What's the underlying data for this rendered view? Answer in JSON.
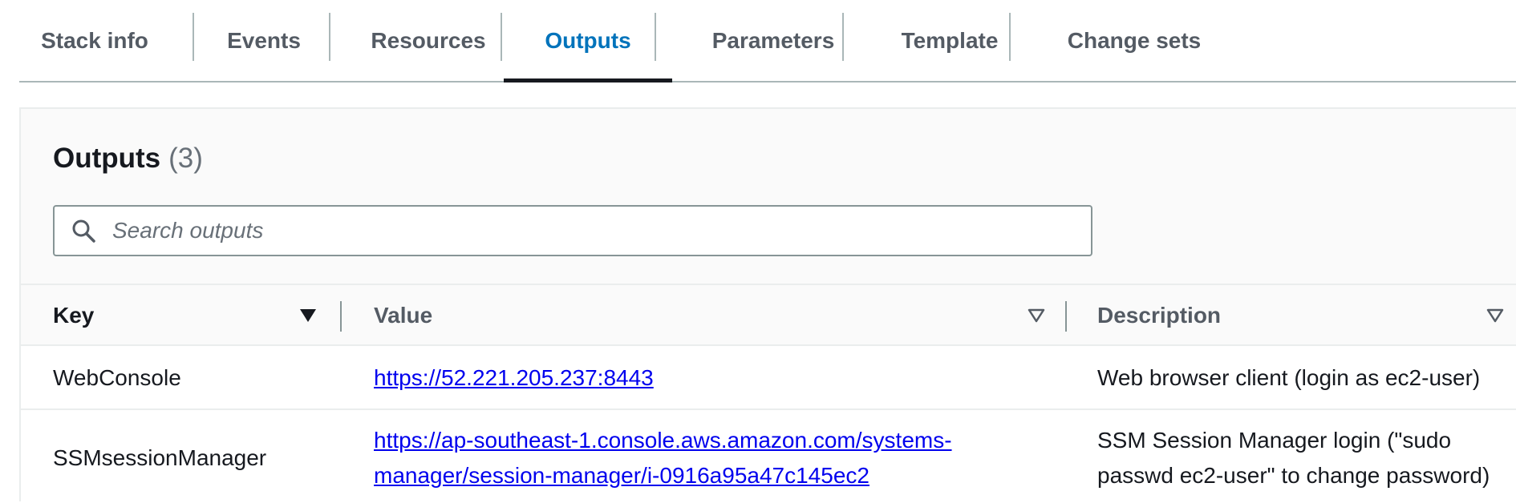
{
  "tabs": [
    {
      "label": "Stack info",
      "active": false
    },
    {
      "label": "Events",
      "active": false
    },
    {
      "label": "Resources",
      "active": false
    },
    {
      "label": "Outputs",
      "active": true
    },
    {
      "label": "Parameters",
      "active": false
    },
    {
      "label": "Template",
      "active": false
    },
    {
      "label": "Change sets",
      "active": false
    }
  ],
  "outputs": {
    "title": "Outputs",
    "count": "(3)",
    "search": {
      "placeholder": "Search outputs",
      "value": "",
      "icon": "search-icon"
    },
    "columns": [
      {
        "label": "Key",
        "sort": "descending-active"
      },
      {
        "label": "Value",
        "sort": "unsorted"
      },
      {
        "label": "Description",
        "sort": "unsorted"
      }
    ],
    "rows": [
      {
        "key": "WebConsole",
        "value_line1": "https://52.221.205.237:8443",
        "value_line2": "",
        "description_line1": "Web browser client (login as ec2-user)",
        "description_line2": ""
      },
      {
        "key": "SSMsessionManager",
        "value_line1": "https://ap-southeast-1.console.aws.amazon.com/systems-",
        "value_line2": "manager/session-manager/i-0916a95a47c145ec2",
        "description_line1": "SSM Session Manager login (\"sudo",
        "description_line2": "passwd ec2-user\" to change password)"
      }
    ]
  },
  "colors": {
    "active_tab": "#0073bb",
    "link": "#0000ee",
    "text": "#16191f",
    "muted": "#545b64"
  }
}
